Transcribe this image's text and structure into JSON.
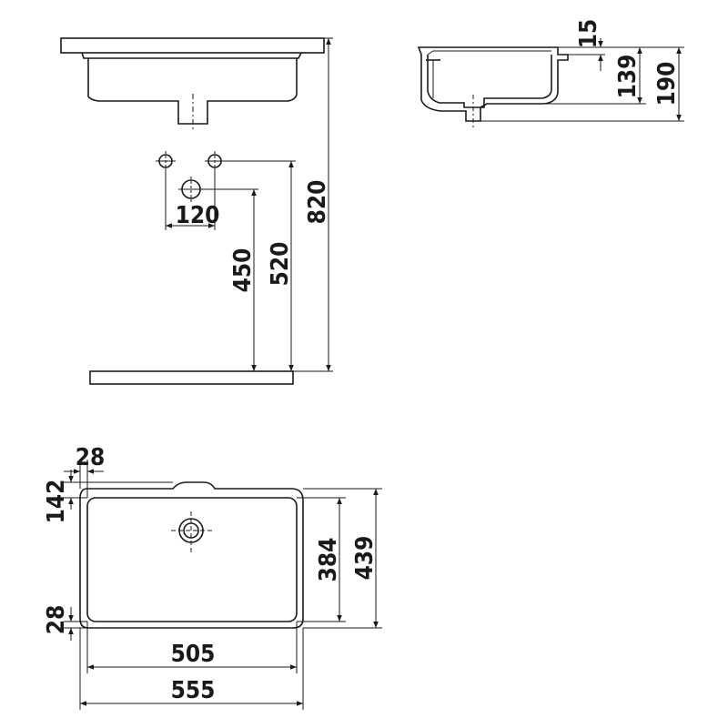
{
  "diagram": {
    "front_view": {
      "tap_spacing": "120",
      "waste_height": "450",
      "tap_height": "520",
      "rim_height": "820"
    },
    "side_view": {
      "rim_thickness": "15",
      "bowl_depth": "139",
      "total_depth": "190"
    },
    "top_view": {
      "wall_side": "28",
      "back_ledge": "142",
      "wall_front": "28",
      "inner_depth": "384",
      "outer_depth": "439",
      "inner_width": "505",
      "outer_width": "555"
    }
  }
}
